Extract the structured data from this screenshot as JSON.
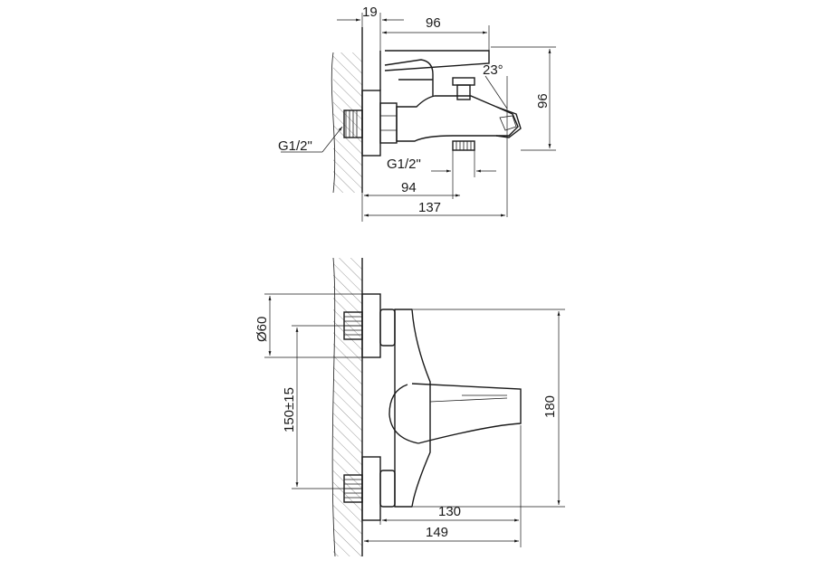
{
  "side_view": {
    "dim_wall": "19",
    "dim_width_top": "96",
    "dim_angle": "23°",
    "dim_height": "96",
    "thread_wall": "G1/2\"",
    "thread_outlet": "G1/2\"",
    "dim_outlet_dist": "94",
    "dim_total_depth": "137"
  },
  "front_view": {
    "dim_diameter": "Ø60",
    "dim_spacing": "150±15",
    "dim_height": "180",
    "dim_lever": "130",
    "dim_total": "149"
  }
}
